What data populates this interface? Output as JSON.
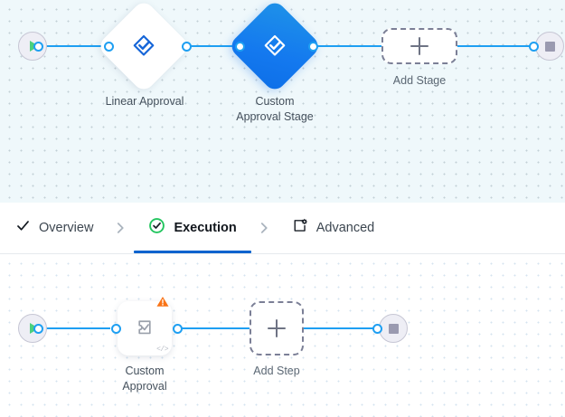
{
  "stage_canvas": {
    "name": "stage-flow-canvas",
    "start_node": {
      "icon": "play-icon",
      "title": "Start"
    },
    "end_node": {
      "icon": "stop-icon",
      "title": "End"
    },
    "nodes": [
      {
        "id": "linear-approval",
        "label": "Linear Approval",
        "icon": "approval-diamond-icon",
        "state": "default"
      },
      {
        "id": "custom-approval-stage",
        "label": "Custom\nApproval Stage",
        "icon": "approval-diamond-icon",
        "state": "selected"
      }
    ],
    "add_placeholder": {
      "label": "Add Stage",
      "icon": "plus-icon"
    }
  },
  "tabs": {
    "items": [
      {
        "id": "overview",
        "label": "Overview",
        "icon": "check-icon",
        "active": false
      },
      {
        "id": "execution",
        "label": "Execution",
        "icon": "check-circle-icon",
        "active": true
      },
      {
        "id": "advanced",
        "label": "Advanced",
        "icon": "settings-panel-icon",
        "active": false
      }
    ],
    "separator_icon": "chevron-right-icon"
  },
  "step_canvas": {
    "name": "step-flow-canvas",
    "start_node": {
      "icon": "play-icon",
      "title": "Start"
    },
    "end_node": {
      "icon": "stop-icon",
      "title": "End"
    },
    "nodes": [
      {
        "id": "custom-approval",
        "label": "Custom\nApproval",
        "icon": "task-check-icon",
        "warning_icon": "warning-triangle-icon",
        "code_badge": "</>"
      }
    ],
    "add_placeholder": {
      "label": "Add Step",
      "icon": "plus-icon"
    }
  },
  "colors": {
    "edge": "#1e9ff2",
    "active_node": "#1479ef",
    "tab_underline": "#0b63ce",
    "success": "#22c55e",
    "warning": "#f97316",
    "start": "#4cd07d",
    "stop": "#9a9ab0"
  }
}
